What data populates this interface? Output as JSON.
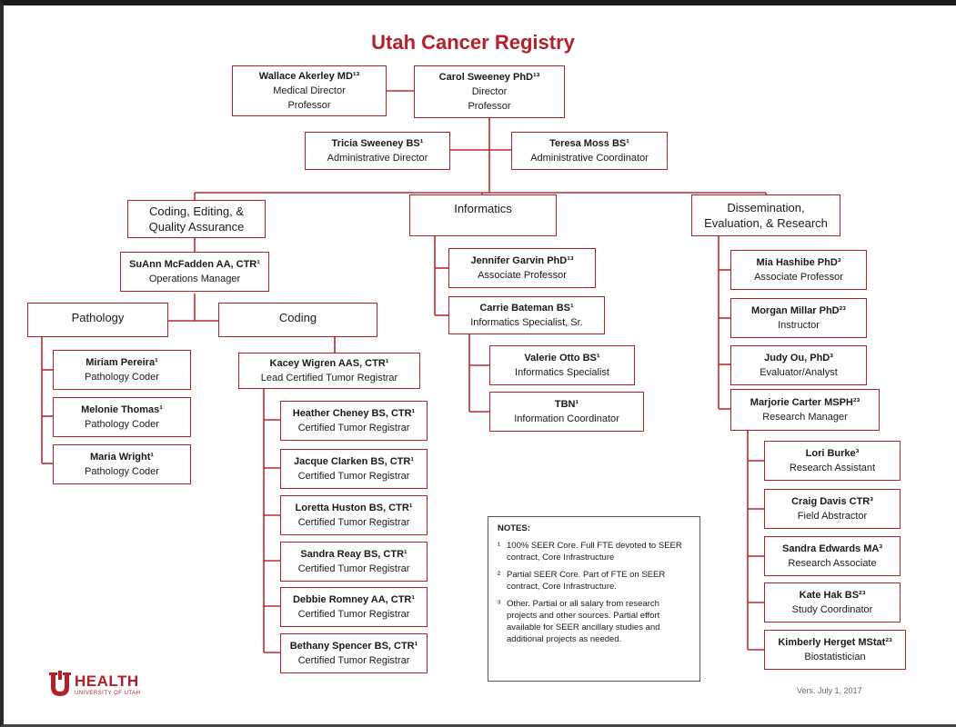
{
  "title": "Utah Cancer Registry",
  "leadership": {
    "wallace": {
      "name": "Wallace Akerley MD¹³",
      "role1": "Medical Director",
      "role2": "Professor"
    },
    "carol": {
      "name": "Carol Sweeney PhD¹³",
      "role1": "Director",
      "role2": "Professor"
    },
    "tricia": {
      "name": "Tricia Sweeney BS¹",
      "role1": "Administrative Director"
    },
    "teresa": {
      "name": "Teresa Moss BS¹",
      "role1": "Administrative Coordinator"
    }
  },
  "sections": {
    "coding": "Coding, Editing, & Quality Assurance",
    "informatics": "Informatics",
    "dissemination": "Dissemination, Evaluation, & Research",
    "pathology": "Pathology",
    "coding_sub": "Coding"
  },
  "coding_staff": {
    "suann": {
      "name": "SuAnn McFadden AA, CTR¹",
      "role": "Operations Manager"
    },
    "miriam": {
      "name": "Miriam Pereira¹",
      "role": "Pathology Coder"
    },
    "melonie": {
      "name": "Melonie Thomas¹",
      "role": "Pathology Coder"
    },
    "maria": {
      "name": "Maria Wright¹",
      "role": "Pathology Coder"
    },
    "kacey": {
      "name": "Kacey Wigren AAS, CTR¹",
      "role": "Lead Certified Tumor Registrar"
    },
    "heather": {
      "name": "Heather Cheney BS, CTR¹",
      "role": "Certified Tumor Registrar"
    },
    "jacque": {
      "name": "Jacque Clarken BS, CTR¹",
      "role": "Certified Tumor Registrar"
    },
    "loretta": {
      "name": "Loretta Huston BS, CTR¹",
      "role": "Certified Tumor Registrar"
    },
    "sandra_r": {
      "name": "Sandra Reay BS, CTR¹",
      "role": "Certified Tumor Registrar"
    },
    "debbie": {
      "name": "Debbie Romney AA, CTR¹",
      "role": "Certified Tumor Registrar"
    },
    "bethany": {
      "name": "Bethany Spencer BS, CTR¹",
      "role": "Certified Tumor Registrar"
    }
  },
  "informatics_staff": {
    "jennifer": {
      "name": "Jennifer Garvin PhD¹³",
      "role": "Associate Professor"
    },
    "carrie": {
      "name": "Carrie Bateman BS¹",
      "role": "Informatics Specialist, Sr."
    },
    "valerie": {
      "name": "Valerie Otto BS¹",
      "role": "Informatics Specialist"
    },
    "tbn": {
      "name": "TBN¹",
      "role": "Information Coordinator"
    }
  },
  "research_staff": {
    "mia": {
      "name": "Mia Hashibe PhD³",
      "role": "Associate Professor"
    },
    "morgan": {
      "name": "Morgan Millar PhD²³",
      "role": "Instructor"
    },
    "judy": {
      "name": "Judy Ou, PhD³",
      "role": "Evaluator/Analyst"
    },
    "marjorie": {
      "name": "Marjorie Carter MSPH²³",
      "role": "Research Manager"
    },
    "lori": {
      "name": "Lori Burke³",
      "role": "Research Assistant"
    },
    "craig": {
      "name": "Craig Davis CTR³",
      "role": "Field Abstractor"
    },
    "sandra_e": {
      "name": "Sandra Edwards MA³",
      "role": "Research Associate"
    },
    "kate": {
      "name": "Kate Hak BS²³",
      "role": "Study Coordinator"
    },
    "kimberly": {
      "name": "Kimberly Herget MStat²³",
      "role": "Biostatistician"
    }
  },
  "notes": {
    "heading": "NOTES:",
    "items": [
      {
        "bullet": "¹",
        "text": "100% SEER Core. Full FTE devoted to SEER contract, Core Infrastructure"
      },
      {
        "bullet": "²",
        "text": "Partial SEER Core. Part of FTE on SEER contract, Core Infrastructure."
      },
      {
        "bullet": "³",
        "text": "Other. Partial or all salary from research projects and other sources. Partial effort available for SEER ancillary studies and additional projects as needed."
      }
    ]
  },
  "logo": {
    "word": "HEALTH",
    "sub": "UNIVERSITY OF UTAH",
    "icon": "university-of-utah-u-logo"
  },
  "version": "Vers. July 1, 2017",
  "colors": {
    "accent": "#b3202a",
    "line": "#c0282e"
  }
}
